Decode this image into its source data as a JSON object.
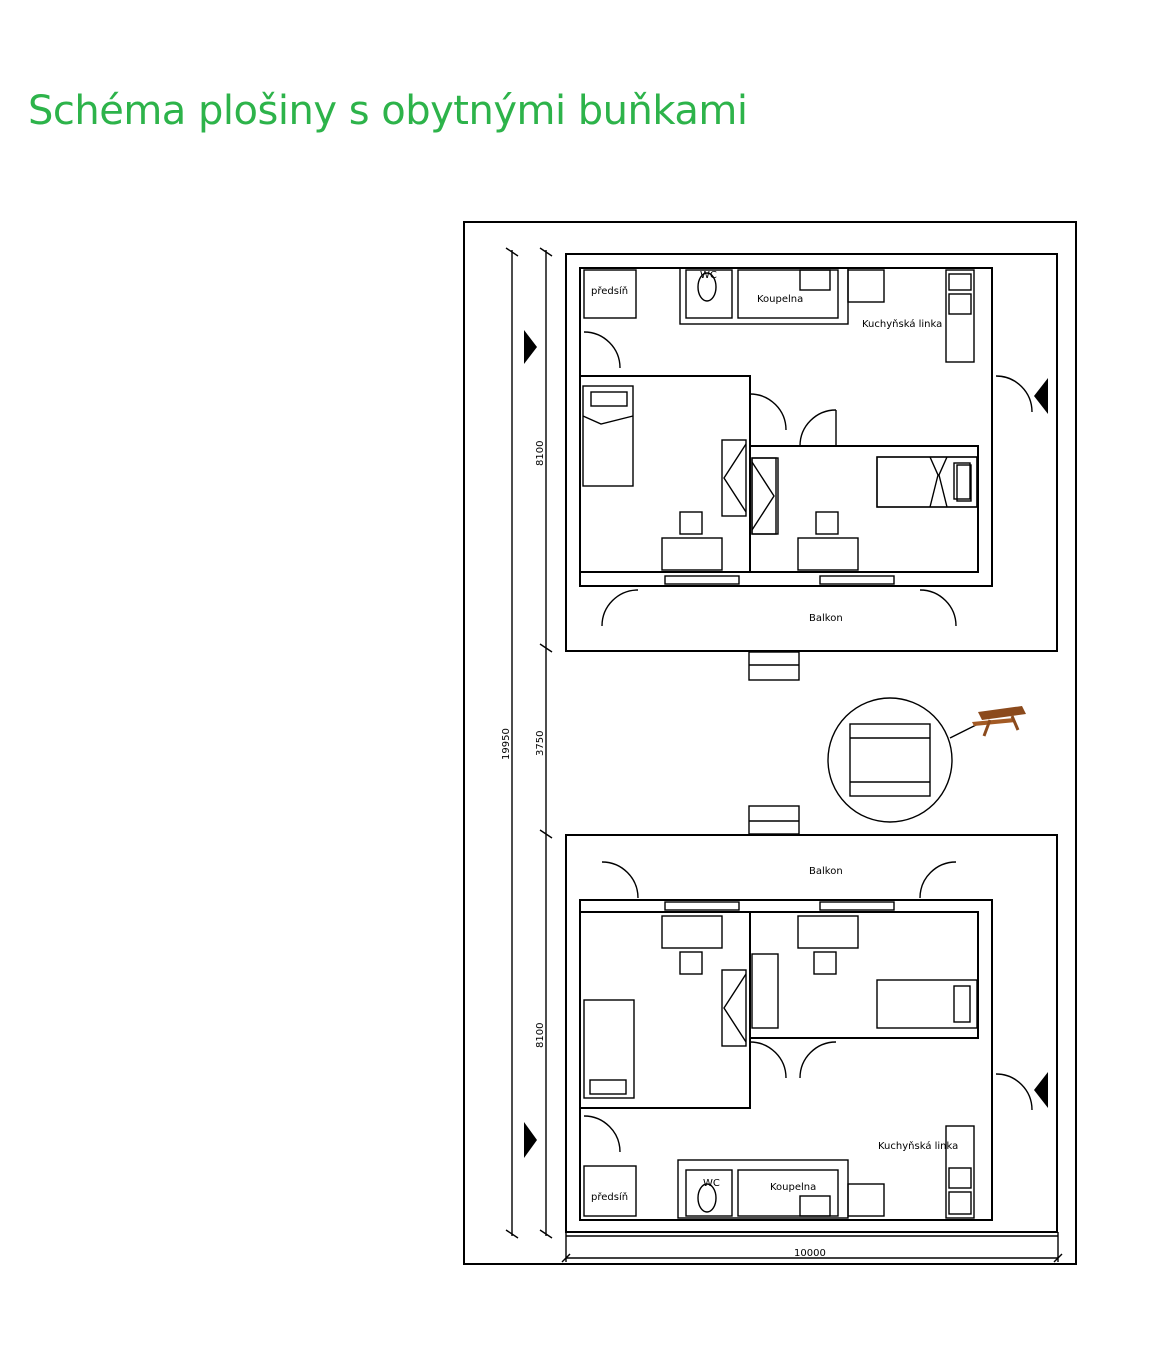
{
  "title": "Schéma plošiny s obytnými buňkami",
  "colors": {
    "title": "#2db34a",
    "lines": "#000000",
    "table": "#8b4a1c"
  },
  "labels": {
    "predsin": "předsíň",
    "koupelna": "Koupelna",
    "kuchyn": "Kuchyňská linka",
    "balkon": "Balkon",
    "wc": "WC"
  },
  "dimensions": {
    "total_height": "19950",
    "unit_height": "8100",
    "gap": "3750",
    "width": "10000"
  },
  "icons": {
    "entry": "triangle-arrow-icon",
    "table": "picnic-table-icon"
  }
}
